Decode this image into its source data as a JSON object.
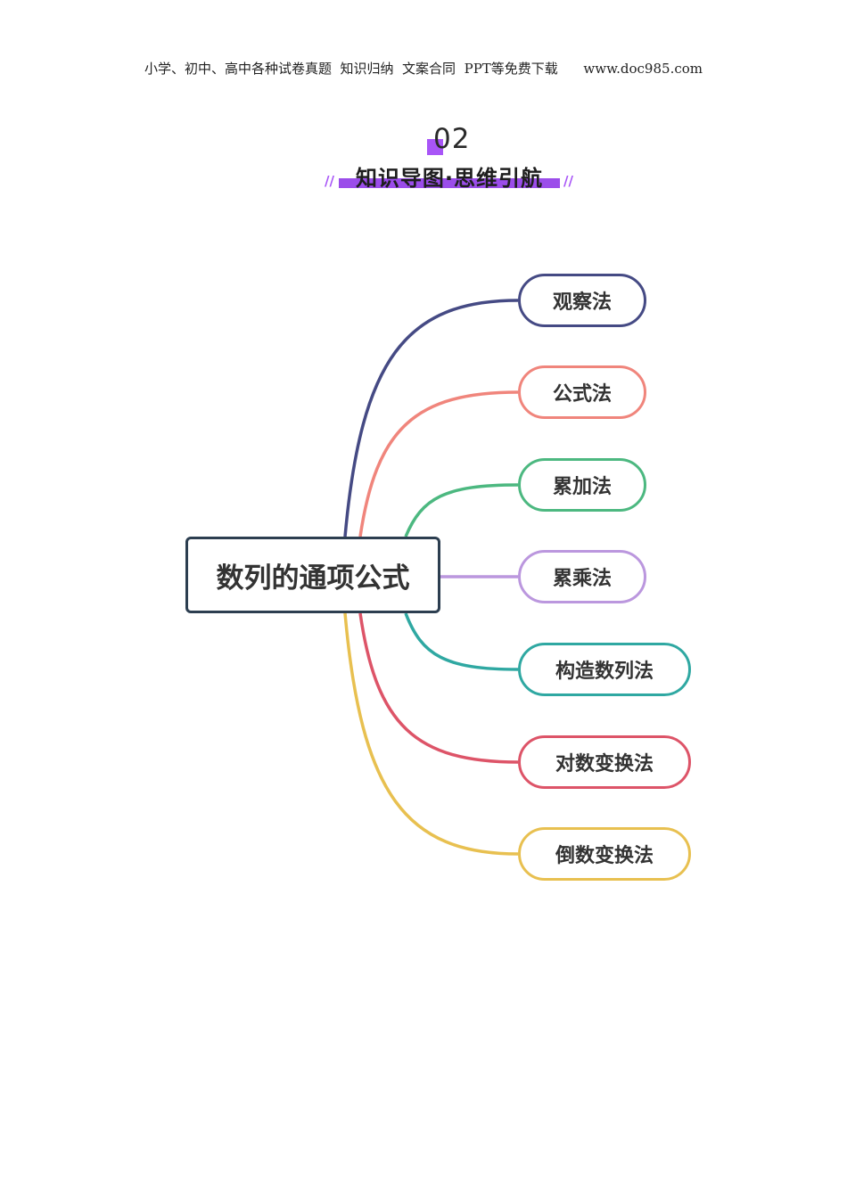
{
  "header": {
    "text": "小学、初中、高中各种试卷真题  知识归纳  文案合同  PPT等免费下载      www.doc985.com"
  },
  "section": {
    "number": "02",
    "title": "知识导图·思维引航",
    "slash": "//"
  },
  "mindmap": {
    "root": "数列的通项公式",
    "branches": [
      {
        "label": "观察法",
        "color": "#454a84"
      },
      {
        "label": "公式法",
        "color": "#f0857c"
      },
      {
        "label": "累加法",
        "color": "#4cb880"
      },
      {
        "label": "累乘法",
        "color": "#bb97de"
      },
      {
        "label": "构造数列法",
        "color": "#2fa8a2"
      },
      {
        "label": "对数变换法",
        "color": "#dd5468"
      },
      {
        "label": "倒数变换法",
        "color": "#e8c050"
      }
    ]
  }
}
